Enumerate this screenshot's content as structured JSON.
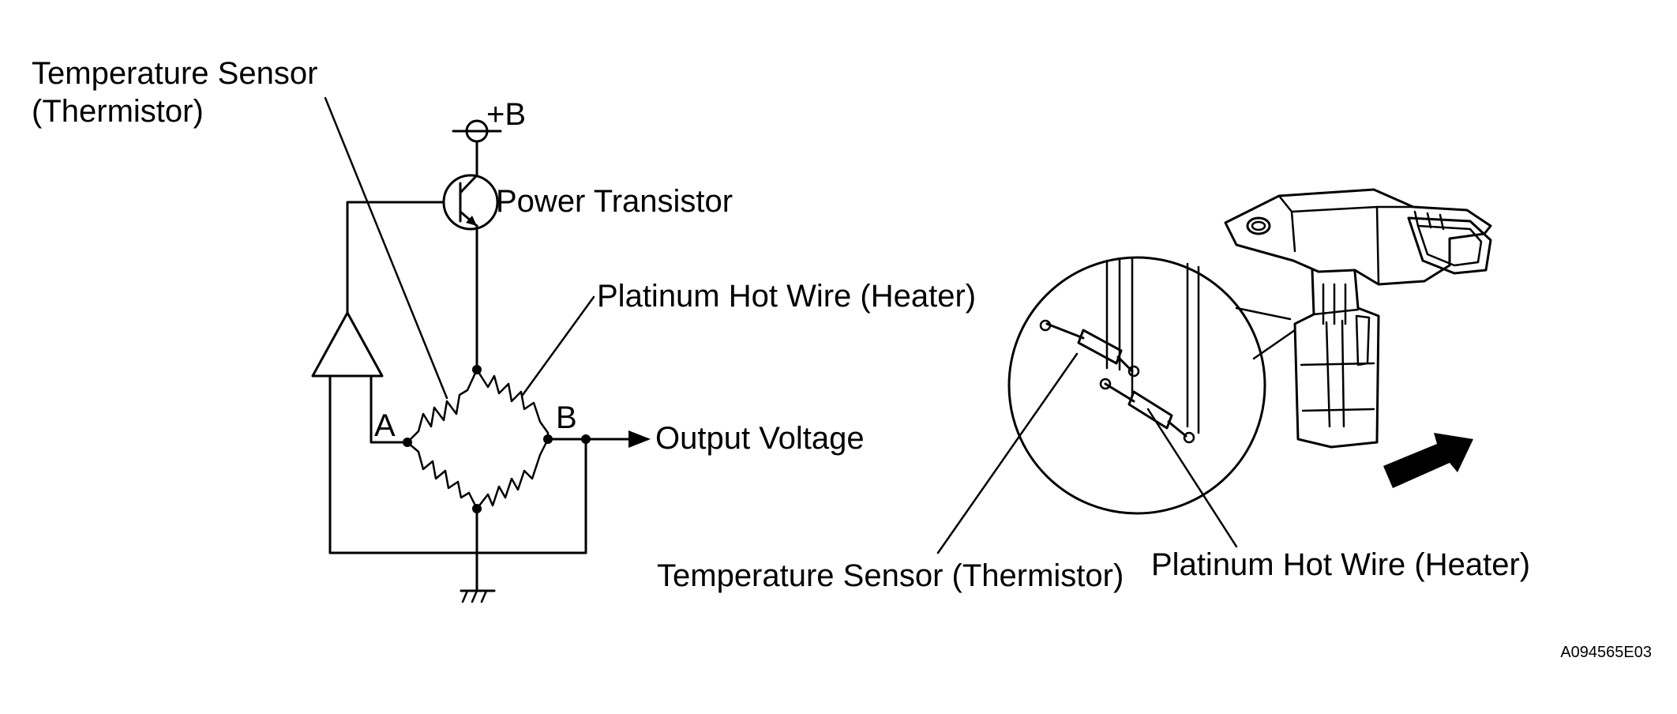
{
  "circuit": {
    "temp_sensor_line1": "Temperature Sensor",
    "temp_sensor_line2": "(Thermistor)",
    "supply": "+B",
    "power_transistor": "Power Transistor",
    "hot_wire": "Platinum Hot Wire (Heater)",
    "node_a": "A",
    "node_b": "B",
    "output": "Output Voltage"
  },
  "sensor_view": {
    "temp_sensor": "Temperature Sensor (Thermistor)",
    "hot_wire": "Platinum Hot Wire (Heater)"
  },
  "figure_code": "A094565E03"
}
